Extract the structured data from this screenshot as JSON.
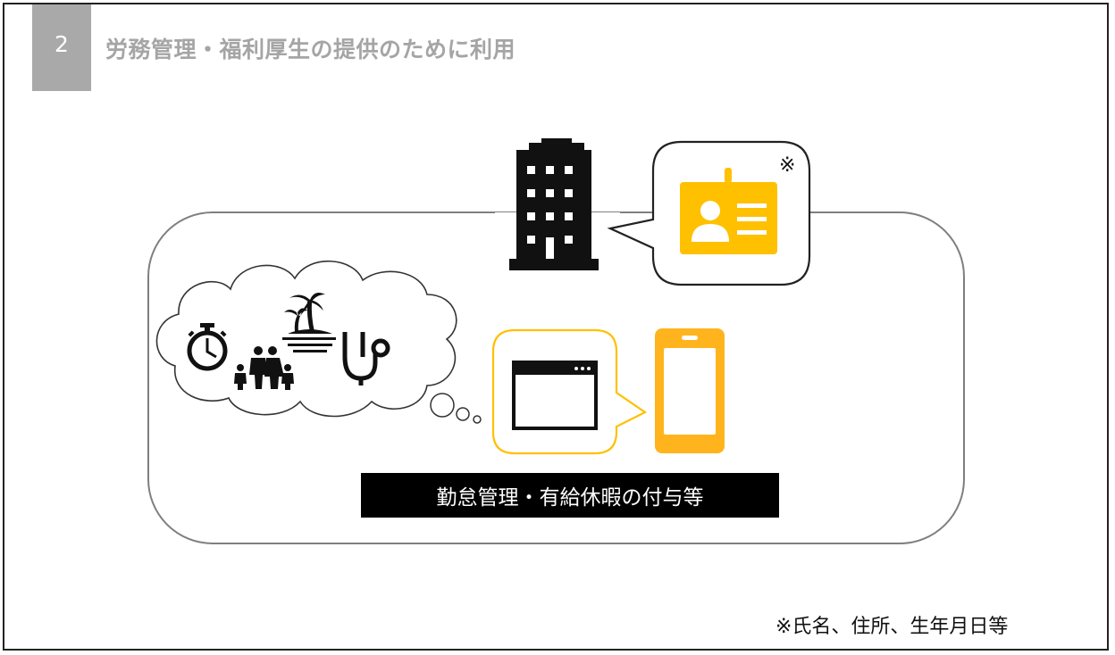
{
  "header": {
    "section_number": "2",
    "title": "労務管理・福利厚生の提供のために利用"
  },
  "diagram": {
    "caption": "勤怠管理・有給休暇の付与等",
    "id_card_note_mark": "※",
    "footnote": "※氏名、住所、生年月日等",
    "icons": [
      "building-icon",
      "id-card-icon",
      "stopwatch-icon",
      "family-icon",
      "palm-island-icon",
      "stethoscope-icon",
      "browser-window-icon",
      "smartphone-icon"
    ],
    "colors": {
      "accent_yellow": "#FFC000",
      "phone_orange": "#FFB41E",
      "outline_gray": "#7f7f7f",
      "header_gray": "#A9A9A9"
    }
  }
}
